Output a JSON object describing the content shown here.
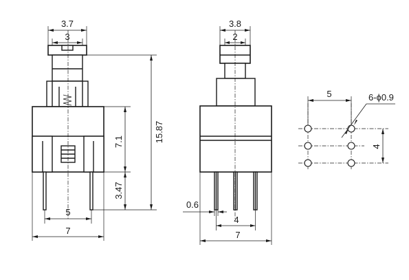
{
  "front_view": {
    "top_width": "3.7",
    "stem_width": "3",
    "height_total": "15.87",
    "body_height": "7.1",
    "pin_length": "3.47",
    "pin_pitch": "5",
    "body_width": "7"
  },
  "side_view": {
    "top_width": "3.8",
    "stem_width": "2",
    "pin_width": "0.6",
    "pin_pitch": "4",
    "body_width": "7"
  },
  "footprint": {
    "column_pitch": "5",
    "hole_spec": "6-ϕ0.9",
    "row_span": "4"
  }
}
